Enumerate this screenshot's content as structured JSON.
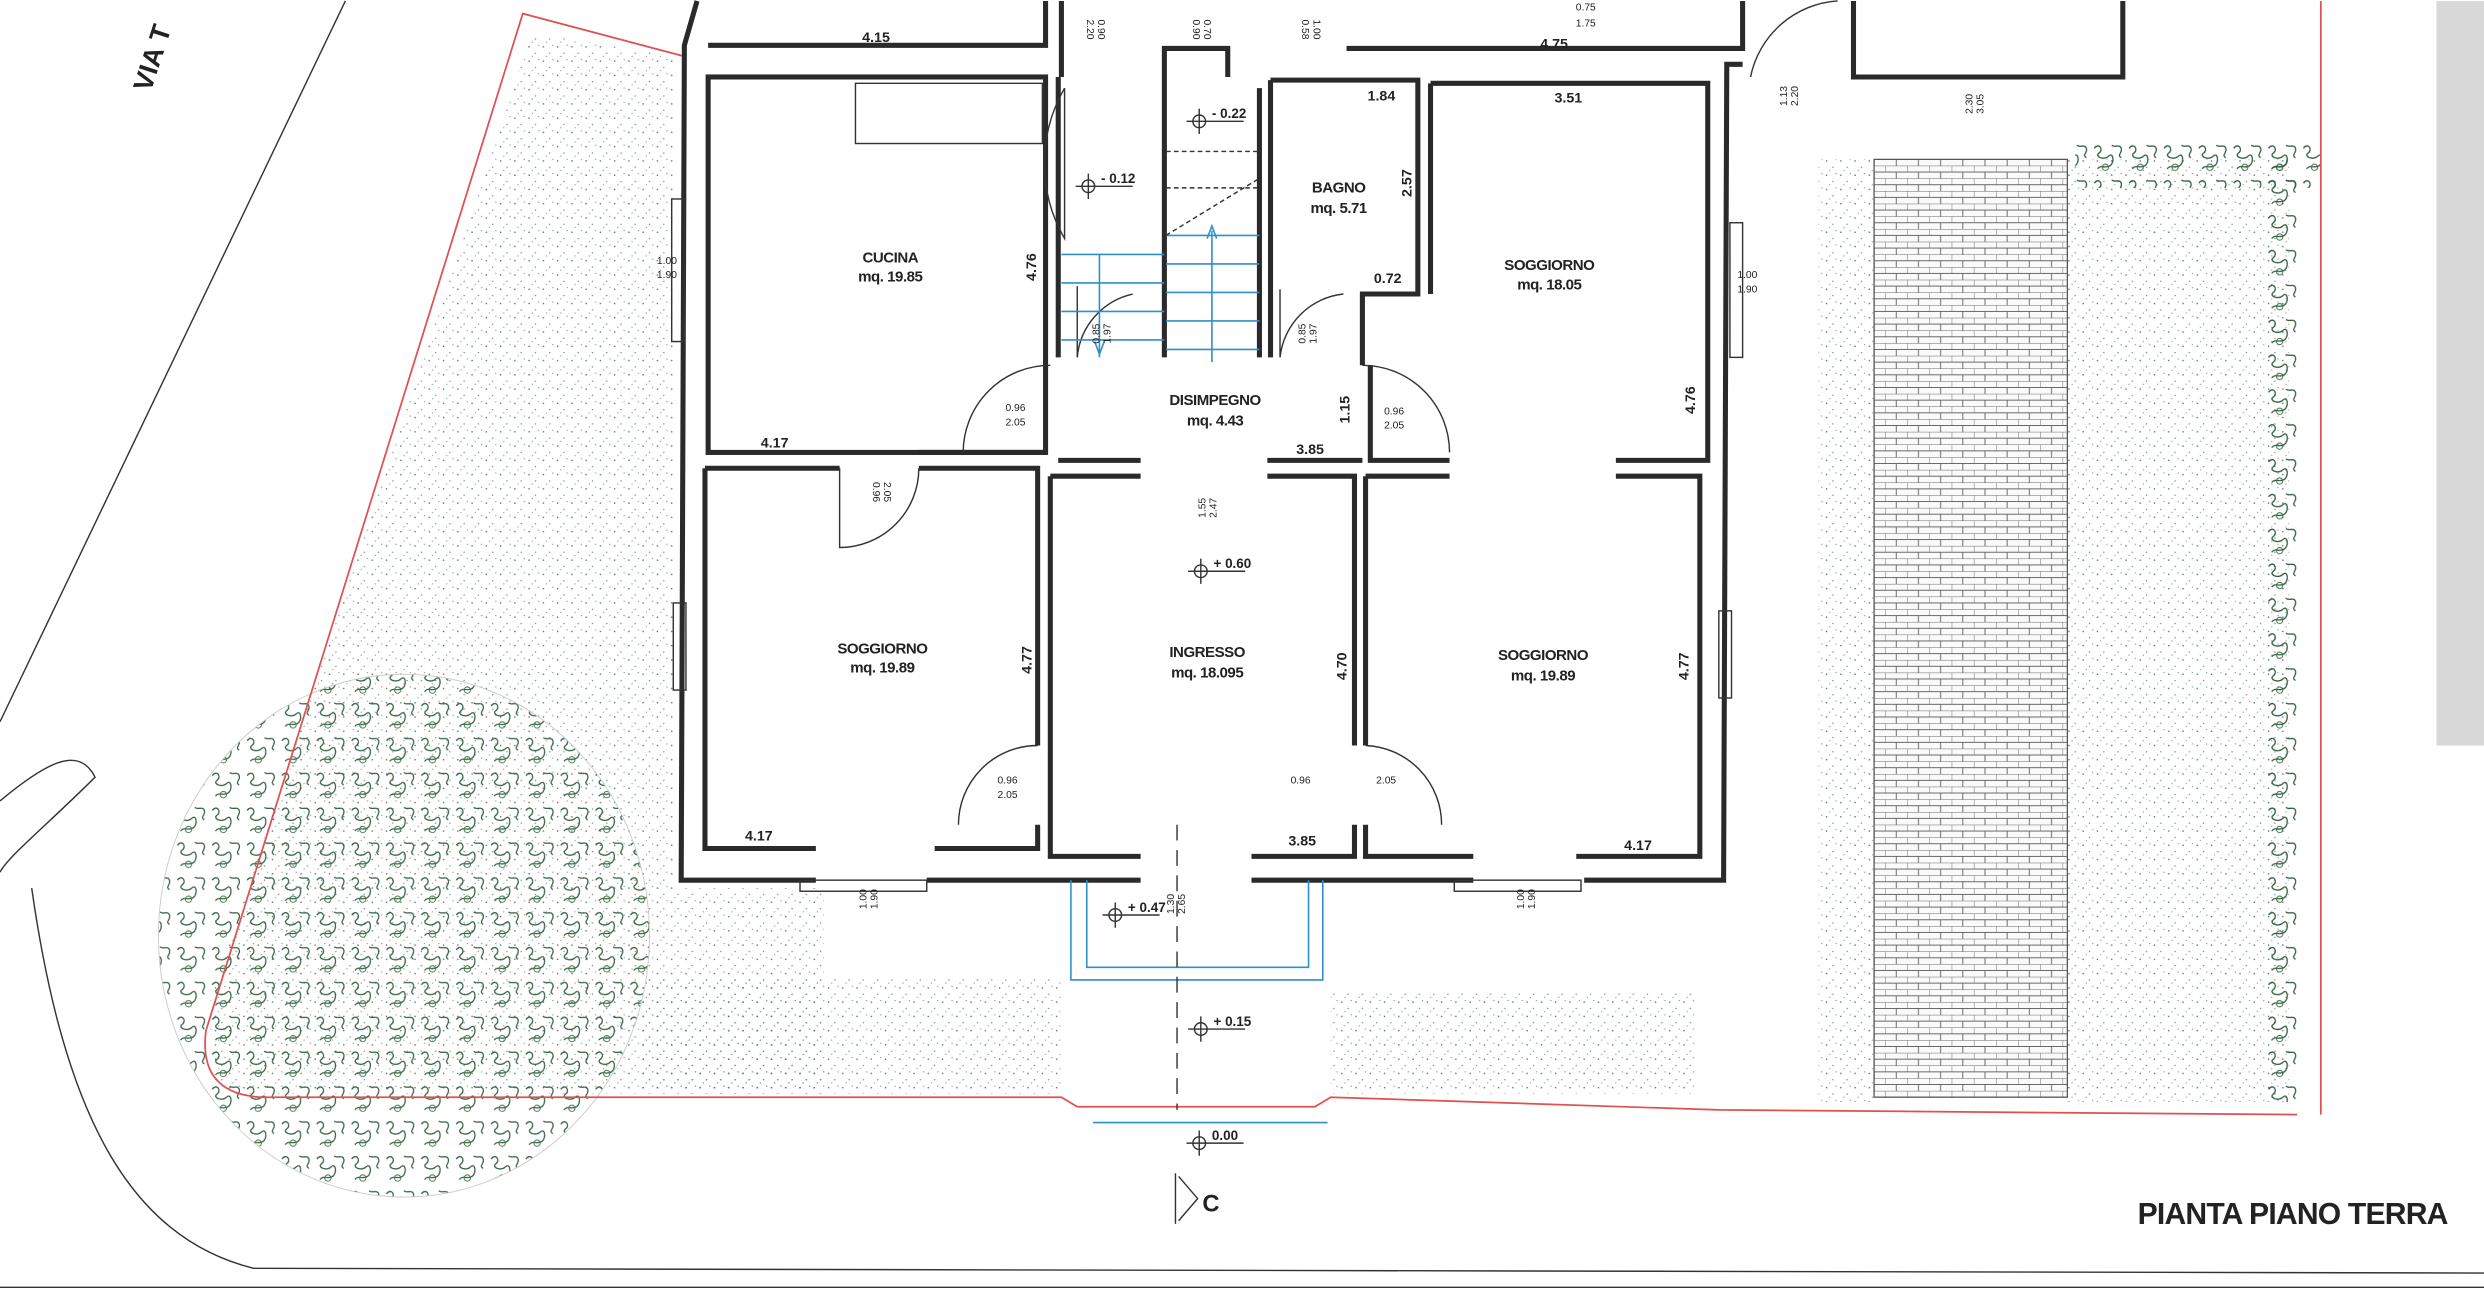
{
  "street_label": "VIA T",
  "drawing_title": "PIANTA PIANO TERRA",
  "section_mark": "C",
  "rooms": [
    {
      "name": "CUCINA",
      "area": "mq. 19.85"
    },
    {
      "name": "BAGNO",
      "area": "mq. 5.71"
    },
    {
      "name": "SOGGIORNO",
      "area": "mq. 18.05"
    },
    {
      "name": "DISIMPEGNO",
      "area": "mq. 4.43"
    },
    {
      "name": "SOGGIORNO",
      "area": "mq. 19.89"
    },
    {
      "name": "INGRESSO",
      "area": "mq. 18.095"
    },
    {
      "name": "SOGGIORNO",
      "area": "mq. 19.89"
    }
  ],
  "dimensions": [
    "4.15",
    "4.75",
    "1.84",
    "3.51",
    "2.57",
    "0.72",
    "4.76",
    "4.76",
    "4.17",
    "3.85",
    "1.15",
    "4.77",
    "4.70",
    "4.77",
    "4.17",
    "3.85",
    "4.17"
  ],
  "openings": [
    {
      "w": "0.90",
      "h": "2.20"
    },
    {
      "w": "0.70",
      "h": "0.90"
    },
    {
      "w": "1.00",
      "h": "0.58"
    },
    {
      "w": "0.75",
      "h": "1.75"
    },
    {
      "w": "1.13",
      "h": "2.20"
    },
    {
      "w": "2.30",
      "h": "3.05"
    },
    {
      "w": "1.00",
      "h": "1.90"
    },
    {
      "w": "1.00",
      "h": "1.90"
    },
    {
      "w": "0.85",
      "h": "1.97"
    },
    {
      "w": "0.85",
      "h": "1.97"
    },
    {
      "w": "0.96",
      "h": "2.05"
    },
    {
      "w": "0.96",
      "h": "2.05"
    },
    {
      "w": "0.96",
      "h": "2.05"
    },
    {
      "w": "1.55",
      "h": "2.47"
    },
    {
      "w": "0.96",
      "h": "2.05"
    },
    {
      "w": "0.96",
      "h": "2.05"
    },
    {
      "w": "1.00",
      "h": "1.90"
    },
    {
      "w": "1.30",
      "h": "2.65"
    },
    {
      "w": "1.00",
      "h": "1.90"
    }
  ],
  "levels": [
    "- 0.22",
    "- 0.12",
    "+ 0.60",
    "+ 0.47",
    "+ 0.15",
    "0.00"
  ],
  "colors": {
    "walls": "#2a2a2a",
    "property_line": "#e05050",
    "stairs": "#2f8fc8"
  }
}
